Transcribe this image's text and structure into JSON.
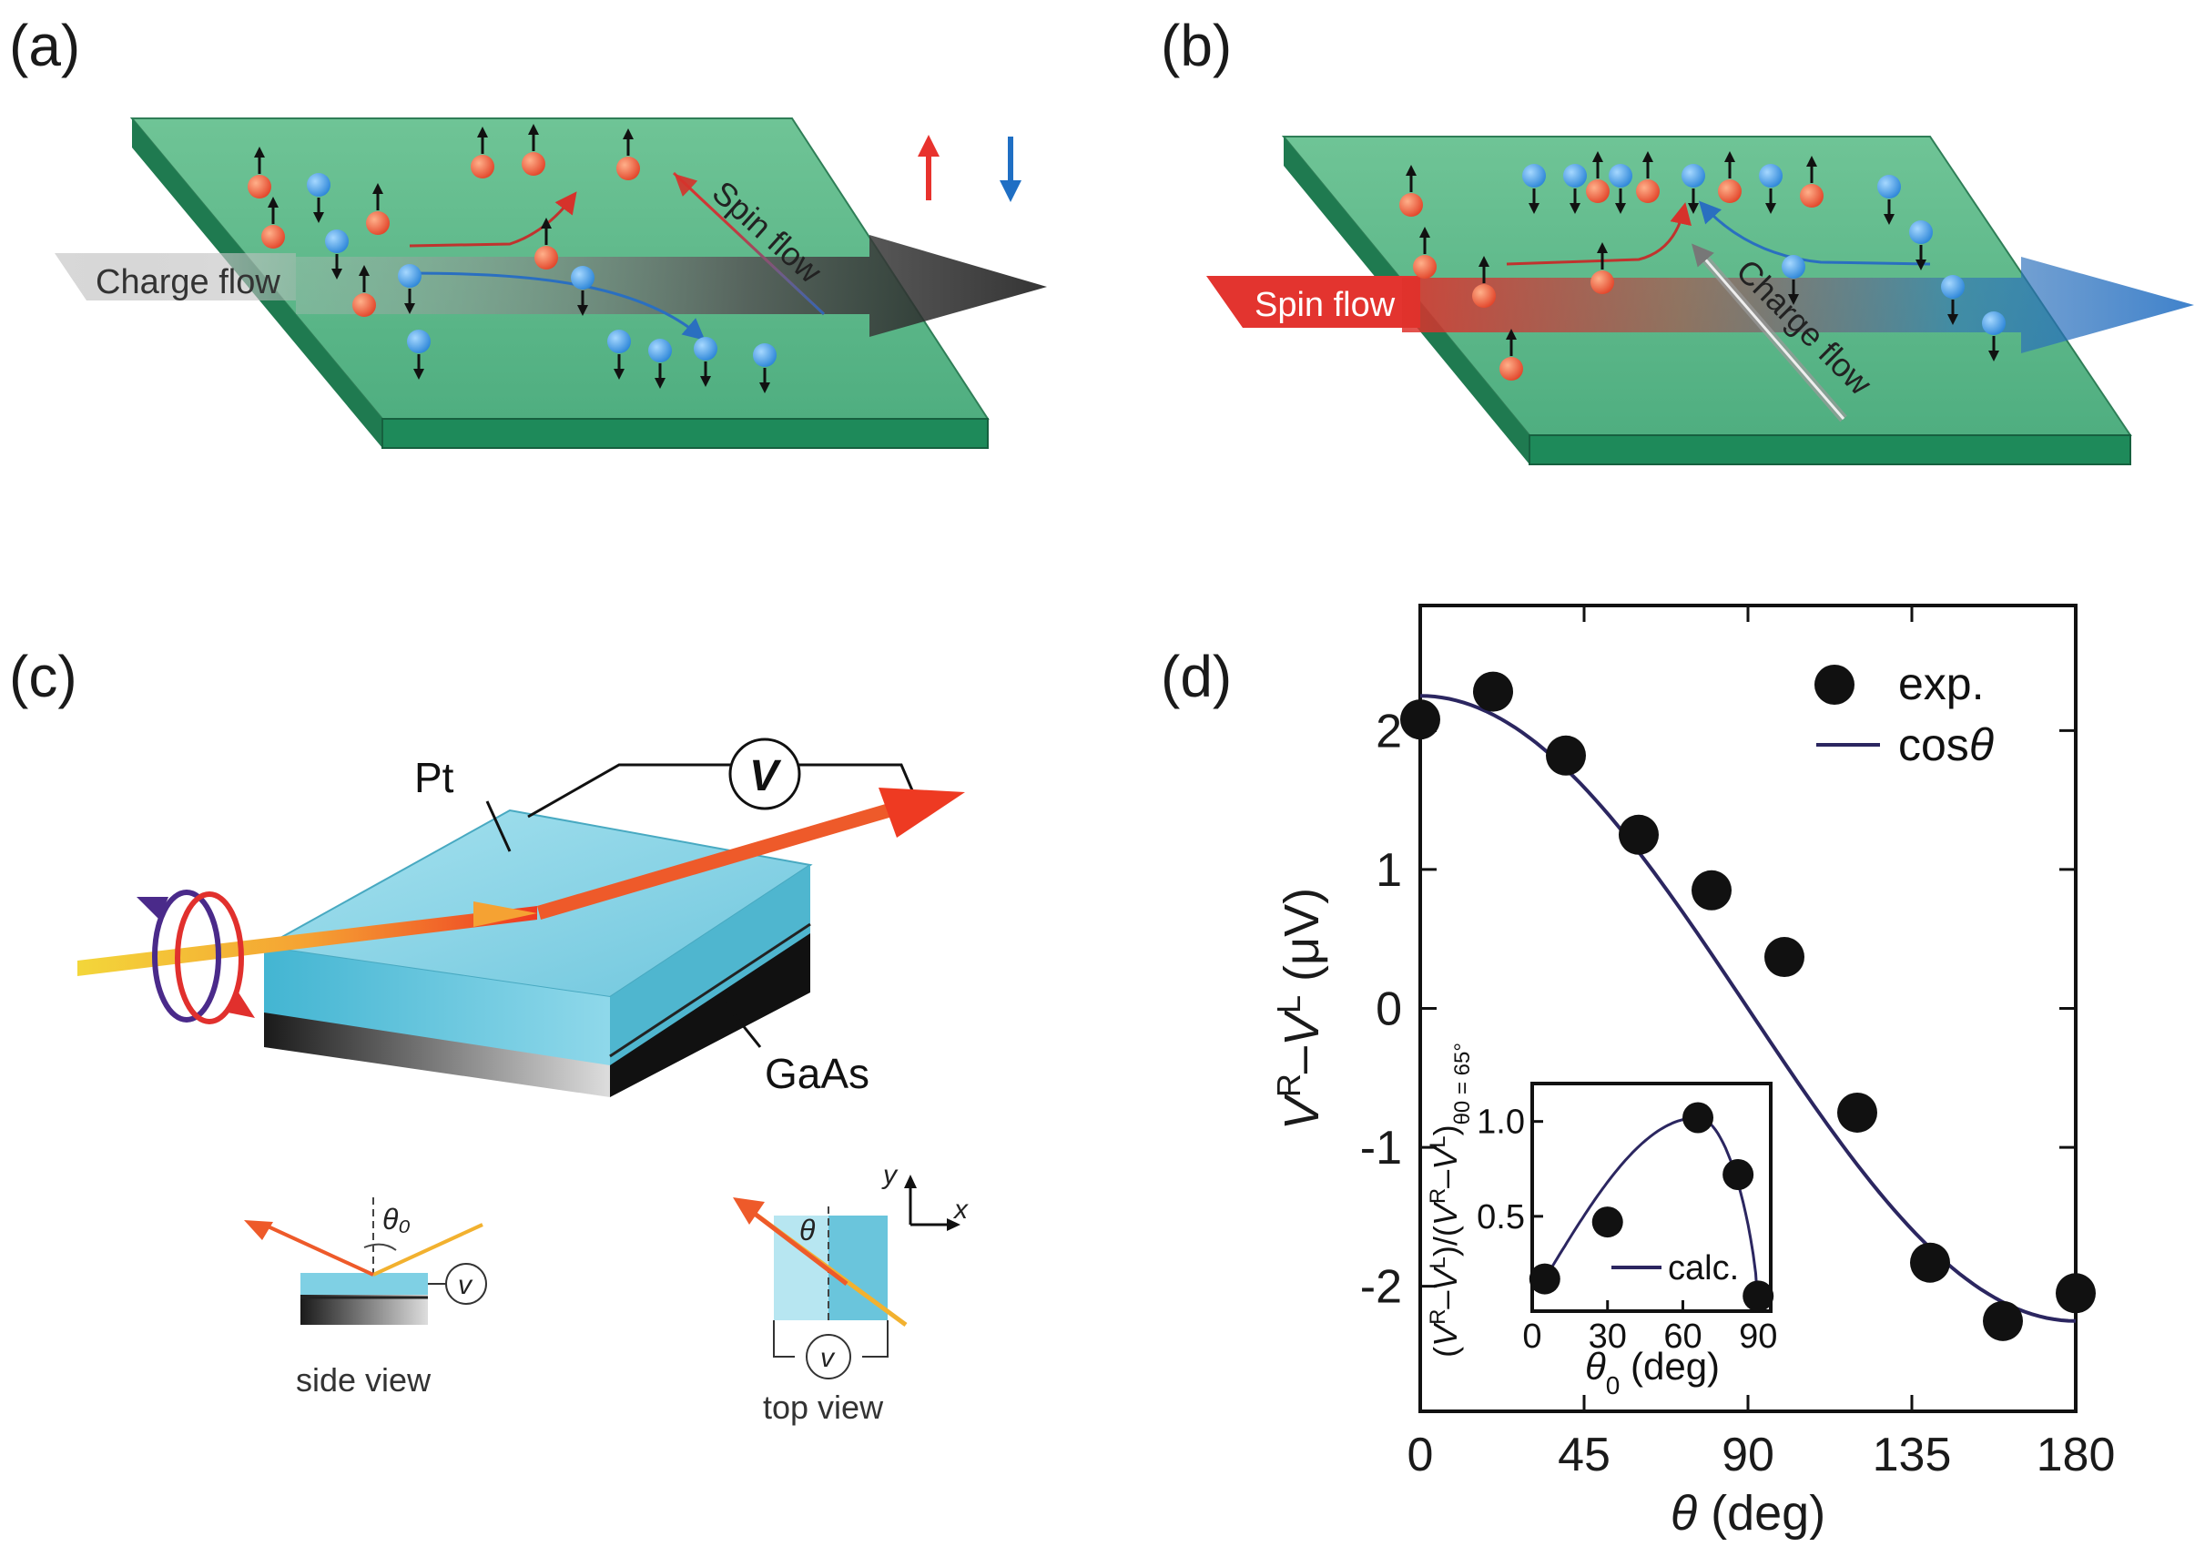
{
  "panels": {
    "a": {
      "letter": "(a)",
      "charge_label": "Charge flow",
      "spin_label": "Spin flow",
      "up_arrow_color": "#e8322d",
      "down_arrow_color": "#1f6fc4"
    },
    "b": {
      "letter": "(b)",
      "spin_label": "Spin flow",
      "charge_label": "Charge flow"
    },
    "c": {
      "letter": "(c)",
      "pt_label": "Pt",
      "v_label": "V",
      "gaas_label": "GaAs",
      "side_view_label": "side view",
      "top_view_label": "top view",
      "theta0_label": "θ₀",
      "theta_label": "θ",
      "y_axis": "y",
      "x_axis": "x",
      "v_small": "v"
    },
    "d": {
      "letter": "(d)",
      "ylabel": "V^R – V^L (μV)",
      "xlabel": "θ (deg)",
      "legend_exp": "exp.",
      "legend_cos": "cos θ",
      "inset_ylabel": "(V^R – V^L)/(V^R – V^L) θ0 = 65°",
      "inset_xlabel": "θ0 (deg)",
      "inset_legend": "calc."
    }
  },
  "chart_data": [
    {
      "type": "scatter",
      "xlabel": "θ (deg)",
      "ylabel": "V^R – V^L (μV)",
      "xlim": [
        0,
        180
      ],
      "ylim": [
        -2.9,
        2.9
      ],
      "xticks": [
        "0",
        "45",
        "90",
        "135",
        "180"
      ],
      "yticks": [
        "2",
        "1",
        "0",
        "-1",
        "-2"
      ],
      "series": [
        {
          "name": "exp.",
          "x": [
            0,
            20,
            40,
            60,
            80,
            100,
            120,
            140,
            160,
            180
          ],
          "y": [
            2.08,
            2.28,
            1.82,
            1.25,
            0.85,
            0.37,
            -0.75,
            -1.83,
            -2.25,
            -2.05
          ]
        },
        {
          "name": "cos θ",
          "type": "line",
          "amplitude": 2.25
        }
      ],
      "legend": "top-right"
    },
    {
      "type": "scatter",
      "xlabel": "θ0 (deg)",
      "ylabel": "(V^R – V^L)/(V^R – V^L) θ0 = 65°",
      "xlim": [
        0,
        95
      ],
      "ylim": [
        0.0,
        1.2
      ],
      "xticks": [
        "0",
        "30",
        "60",
        "90"
      ],
      "yticks": [
        "1.0",
        "0.5"
      ],
      "series": [
        {
          "name": "exp.",
          "x": [
            5,
            30,
            66,
            82,
            90
          ],
          "y": [
            0.17,
            0.47,
            1.02,
            0.72,
            0.08
          ]
        },
        {
          "name": "calc.",
          "type": "line"
        }
      ],
      "legend": "bottom-right"
    }
  ]
}
